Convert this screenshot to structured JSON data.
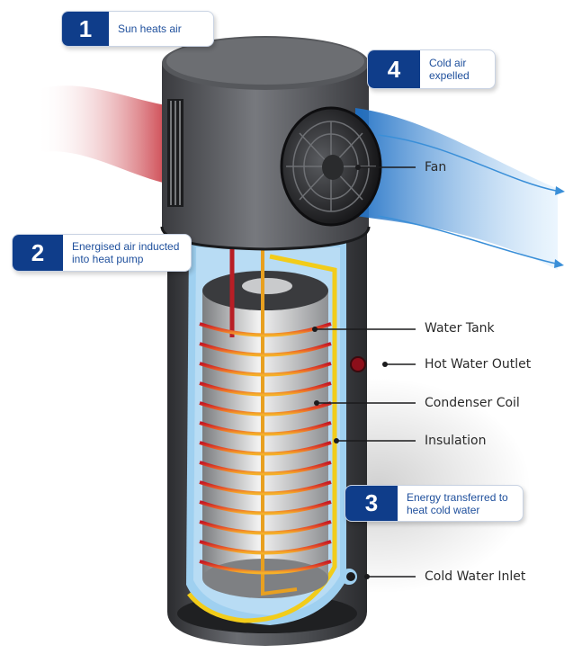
{
  "steps": [
    {
      "number": "1",
      "text": "Sun heats air"
    },
    {
      "number": "2",
      "text": "Energised air inducted\ninto heat pump"
    },
    {
      "number": "3",
      "text": "Energy transferred to\nheat cold water"
    },
    {
      "number": "4",
      "text": "Cold air\nexpelled"
    }
  ],
  "labels": {
    "fan": "Fan",
    "water_tank": "Water Tank",
    "hot_water_outlet": "Hot Water Outlet",
    "condenser_coil": "Condenser Coil",
    "insulation": "Insulation",
    "cold_water_inlet": "Cold Water Inlet"
  },
  "colors": {
    "badge": "#0f3d8a",
    "badge_text": "#1e4f9c",
    "warm_air": "#c8323c",
    "cold_air": "#3a8fd8",
    "insulation": "#f2cc1a",
    "coil_top": "#c41622",
    "coil_bottom": "#f4b02a",
    "body": "#4a4c50"
  }
}
